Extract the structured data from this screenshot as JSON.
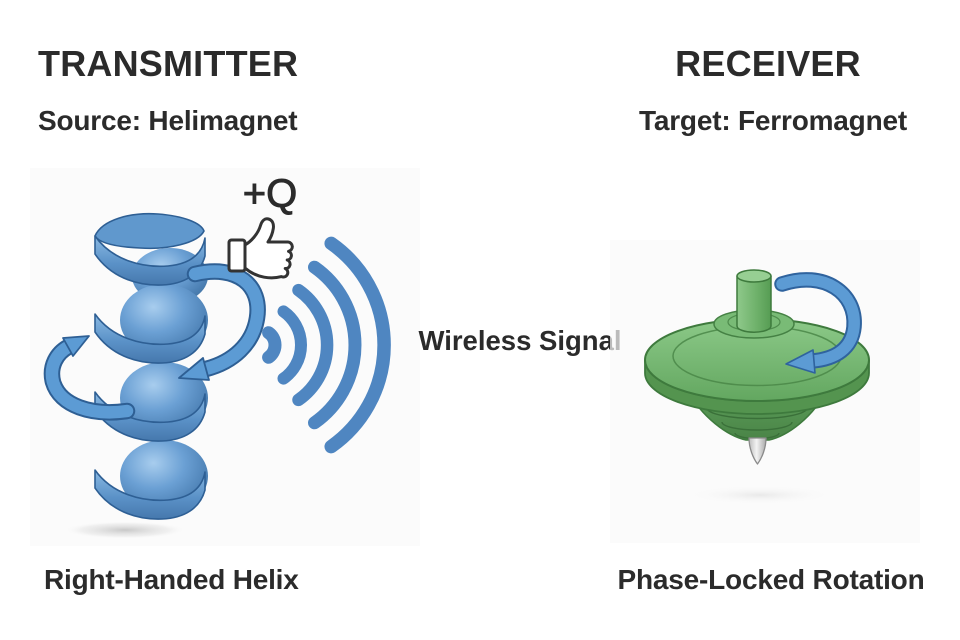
{
  "transmitter": {
    "title": "TRANSMITTER",
    "subtitle": "Source: Helimagnet",
    "caption": "Right-Handed Helix",
    "charge_label": "+Q"
  },
  "signal": {
    "label": "Wireless Signal"
  },
  "receiver": {
    "title": "RECEIVER",
    "subtitle": "Target: Ferromagnet",
    "caption": "Phase-Locked Rotation"
  },
  "icons": {
    "thumbs_up": "thumbs-up-icon",
    "wireless_waves": "wireless-waves-icon",
    "helix_rotation": "ccw-rotation-arrow-icon",
    "top_rotation": "cw-rotation-arrow-icon"
  },
  "colors": {
    "text": "#2b2b2b",
    "helix_blue": "#5e97cc",
    "helix_blue_dark": "#2e5f94",
    "signal_blue": "#4f86c1",
    "arrow_blue": "#5c9bd4",
    "top_green": "#7fc17c",
    "top_green_dark": "#3e7a3d",
    "spindle_tip_gray": "#e0e0e0"
  }
}
